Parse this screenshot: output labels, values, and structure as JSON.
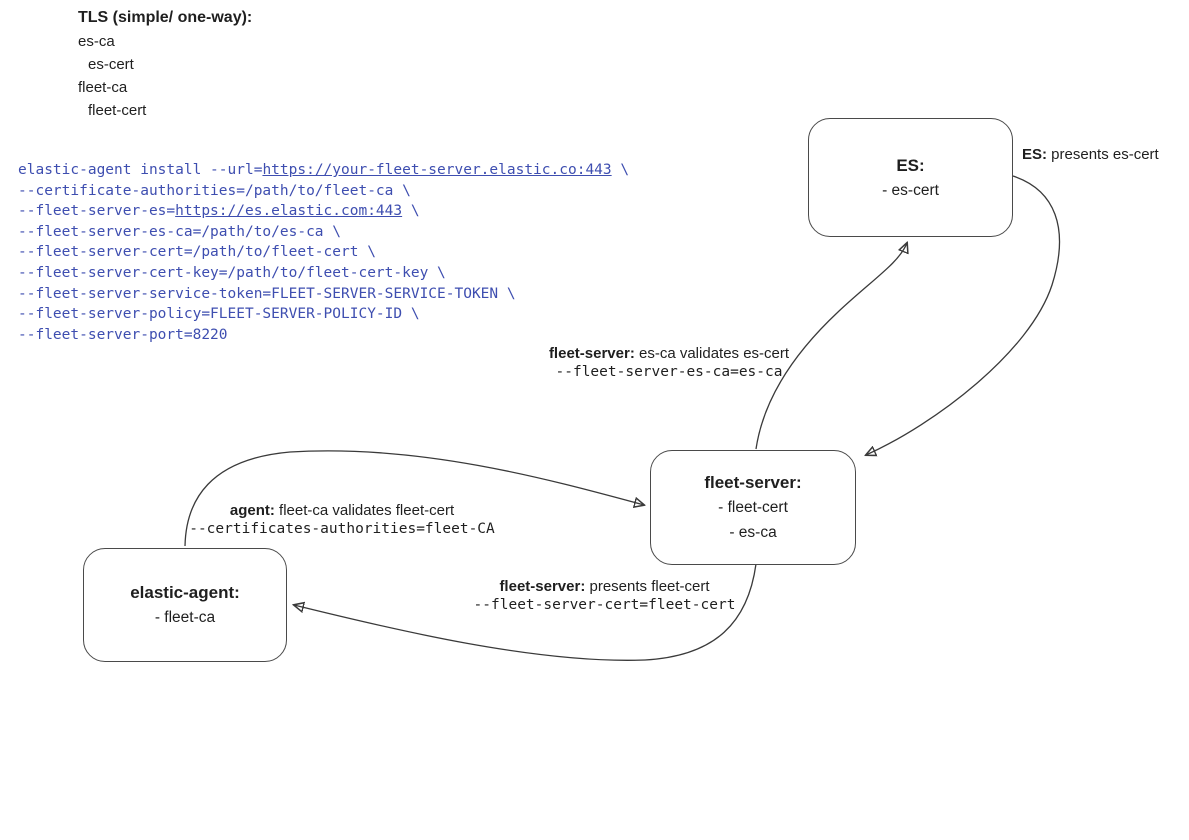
{
  "legend": {
    "title": "TLS (simple/ one-way):",
    "items": [
      {
        "text": "es-ca",
        "indent": false
      },
      {
        "text": "es-cert",
        "indent": true
      },
      {
        "text": "fleet-ca",
        "indent": false
      },
      {
        "text": "fleet-cert",
        "indent": true
      }
    ]
  },
  "command": {
    "text_color": "#3e4eb0",
    "lines": [
      {
        "pre": "elastic-agent install --url=",
        "link": "https://your-fleet-server.elastic.co:443",
        "post": " \\"
      },
      {
        "pre": "--certificate-authorities=/path/to/fleet-ca \\"
      },
      {
        "pre": "--fleet-server-es=",
        "link": "https://es.elastic.com:443",
        "post": " \\"
      },
      {
        "pre": "--fleet-server-es-ca=/path/to/es-ca \\"
      },
      {
        "pre": "--fleet-server-cert=/path/to/fleet-cert \\"
      },
      {
        "pre": "--fleet-server-cert-key=/path/to/fleet-cert-key \\"
      },
      {
        "pre": "--fleet-server-service-token=FLEET-SERVER-SERVICE-TOKEN \\"
      },
      {
        "pre": "--fleet-server-policy=FLEET-SERVER-POLICY-ID \\"
      },
      {
        "pre": "--fleet-server-port=8220"
      }
    ]
  },
  "nodes": {
    "es": {
      "title": "ES:",
      "items": {
        "0": "- es-cert"
      }
    },
    "fleet_server": {
      "title": "fleet-server:",
      "items": {
        "0": "- fleet-cert",
        "1": "- es-ca"
      }
    },
    "elastic_agent": {
      "title": "elastic-agent:",
      "items": {
        "0": "- fleet-ca"
      }
    }
  },
  "labels": {
    "es_presents": {
      "bold": "ES:",
      "text": " presents es-cert"
    },
    "fleet_validates": {
      "bold": "fleet-server:",
      "text": " es-ca validates es-cert",
      "code": "--fleet-server-es-ca=es-ca"
    },
    "agent_validates": {
      "bold": "agent:",
      "text": " fleet-ca validates fleet-cert",
      "code": "--certificates-authorities=fleet-CA"
    },
    "fleet_presents": {
      "bold": "fleet-server:",
      "text": " presents fleet-cert",
      "code": "--fleet-server-cert=fleet-cert"
    }
  },
  "edges": [
    {
      "from": "fleet-server",
      "to": "ES",
      "meaning": "es-ca validates es-cert"
    },
    {
      "from": "ES",
      "to": "fleet-server",
      "meaning": "presents es-cert"
    },
    {
      "from": "elastic-agent",
      "to": "fleet-server",
      "meaning": "fleet-ca validates fleet-cert"
    },
    {
      "from": "fleet-server",
      "to": "elastic-agent",
      "meaning": "presents fleet-cert"
    }
  ],
  "colors": {
    "line": "#3a3a3a",
    "box_border": "#4a4a4a",
    "background": "#ffffff"
  }
}
